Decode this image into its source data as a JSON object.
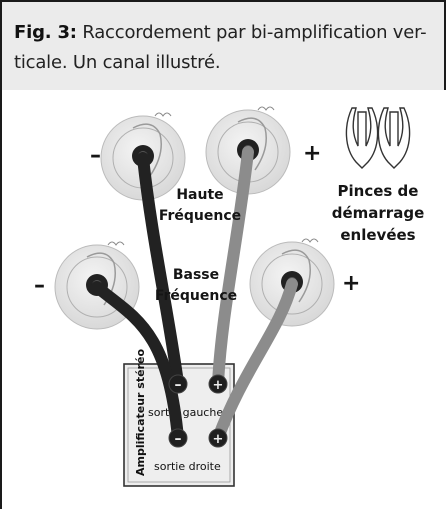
{
  "caption": {
    "fig_label": "Fig. 3:",
    "line1": "Raccordement par bi-amplification ver-",
    "line2": "ticale. Un canal illustré."
  },
  "speakers": {
    "high": {
      "label_line1": "Haute",
      "label_line2": "Fréquence",
      "minus": "–",
      "plus": "+"
    },
    "low": {
      "label_line1": "Basse",
      "label_line2": "Fréquence",
      "minus": "–",
      "plus": "+"
    }
  },
  "jumpers": {
    "line1": "Pinces de",
    "line2": "démarrage",
    "line3": "enlevées"
  },
  "amplifier": {
    "title": "Amplificateur stéréo",
    "left_output": "sortie gauche",
    "right_output": "sortie droite"
  },
  "colors": {
    "cable_dark": "#222222",
    "cable_gray": "#8c8c8c",
    "terminal_disc": "#e2e2e2",
    "caption_bg": "#ebebeb"
  },
  "icons": [
    "binding-post-icon",
    "jumper-clip-icon"
  ]
}
